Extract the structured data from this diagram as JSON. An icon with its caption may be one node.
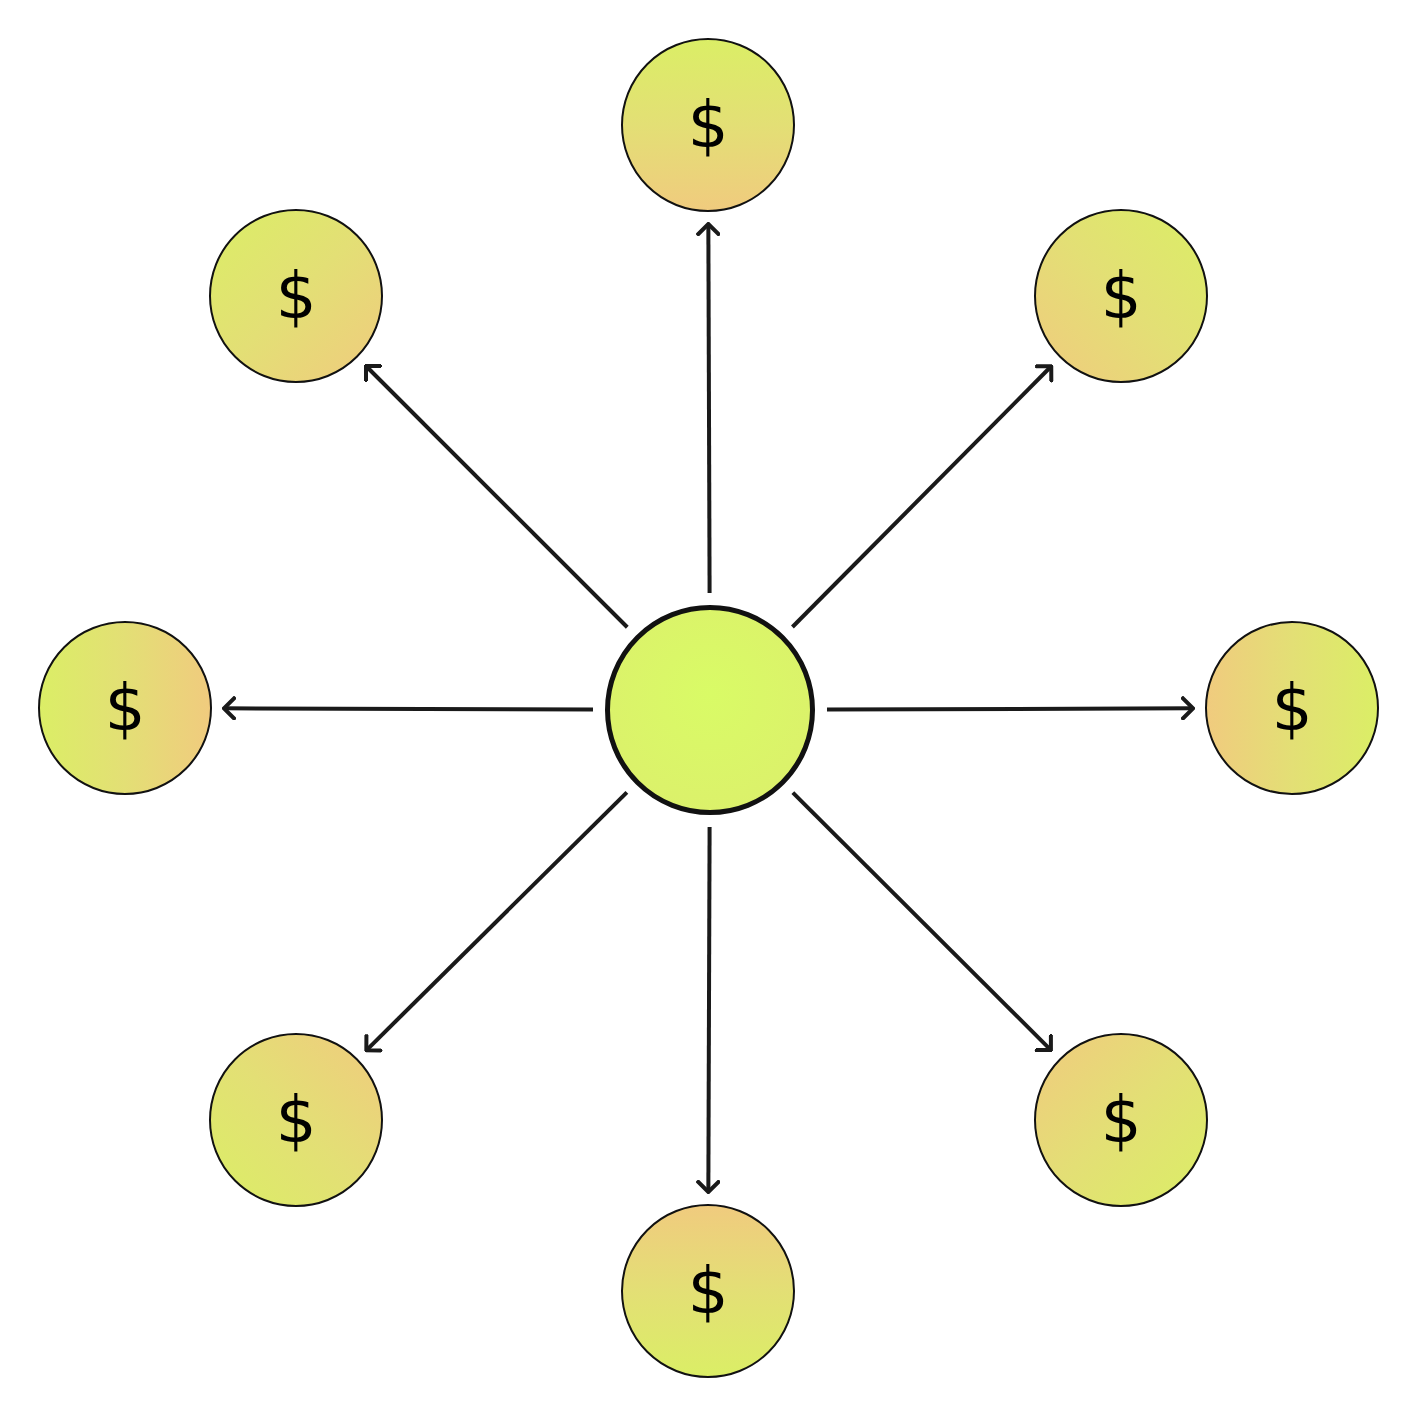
{
  "diagram": {
    "nodes": [
      {
        "text": [
          "$"
        ]
      },
      {
        "text": [
          "$"
        ]
      },
      {
        "text": [
          "$"
        ]
      },
      {
        "text": [
          "$"
        ]
      },
      {
        "text": [],
        "shape": "circle"
      },
      {
        "text": [
          "$"
        ]
      },
      {
        "text": [
          "$"
        ]
      },
      {
        "text": [
          "$"
        ]
      },
      {
        "text": [
          "$"
        ]
      }
    ],
    "edges": [
      {
        "from": 4,
        "to": 0,
        "arrow": "to"
      },
      {
        "from": 4,
        "to": 1,
        "arrow": "to"
      },
      {
        "from": 4,
        "to": 2,
        "arrow": "to"
      },
      {
        "from": 4,
        "to": 3,
        "arrow": "to"
      },
      {
        "from": 4,
        "to": 5,
        "arrow": "to"
      },
      {
        "from": 4,
        "to": 6,
        "arrow": "to"
      },
      {
        "from": 4,
        "to": 7,
        "arrow": "to"
      },
      {
        "from": 4,
        "to": 8,
        "arrow": "to"
      }
    ]
  }
}
